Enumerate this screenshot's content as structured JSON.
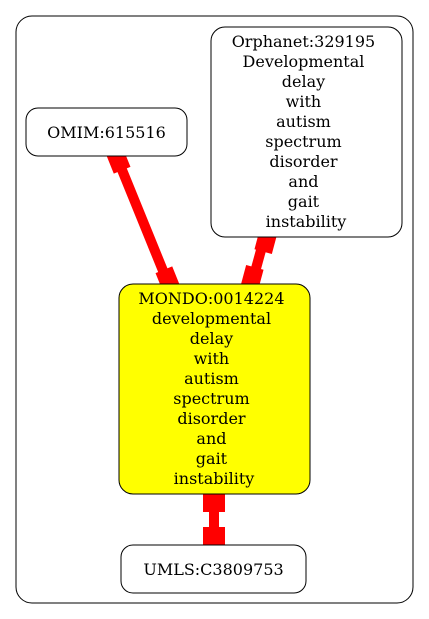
{
  "graph": {
    "nodes": {
      "omim": {
        "lines": [
          "OMIM:615516"
        ],
        "fill": "#ffffff"
      },
      "orphanet": {
        "lines": [
          "Orphanet:329195",
          "Developmental",
          "delay",
          "with",
          "autism",
          "spectrum",
          "disorder",
          "and",
          "gait",
          "instability"
        ],
        "fill": "#ffffff"
      },
      "mondo": {
        "lines": [
          "MONDO:0014224",
          "developmental",
          "delay",
          "with",
          "autism",
          "spectrum",
          "disorder",
          "and",
          "gait",
          "instability"
        ],
        "fill": "#ffff00"
      },
      "umls": {
        "lines": [
          "UMLS:C3809753"
        ],
        "fill": "#ffffff"
      }
    },
    "edges": [
      {
        "from": "omim",
        "to": "mondo"
      },
      {
        "from": "orphanet",
        "to": "mondo"
      },
      {
        "from": "mondo",
        "to": "umls"
      }
    ],
    "colors": {
      "edge": "#ff0000",
      "border": "#000000",
      "cluster_border": "#000000"
    }
  }
}
